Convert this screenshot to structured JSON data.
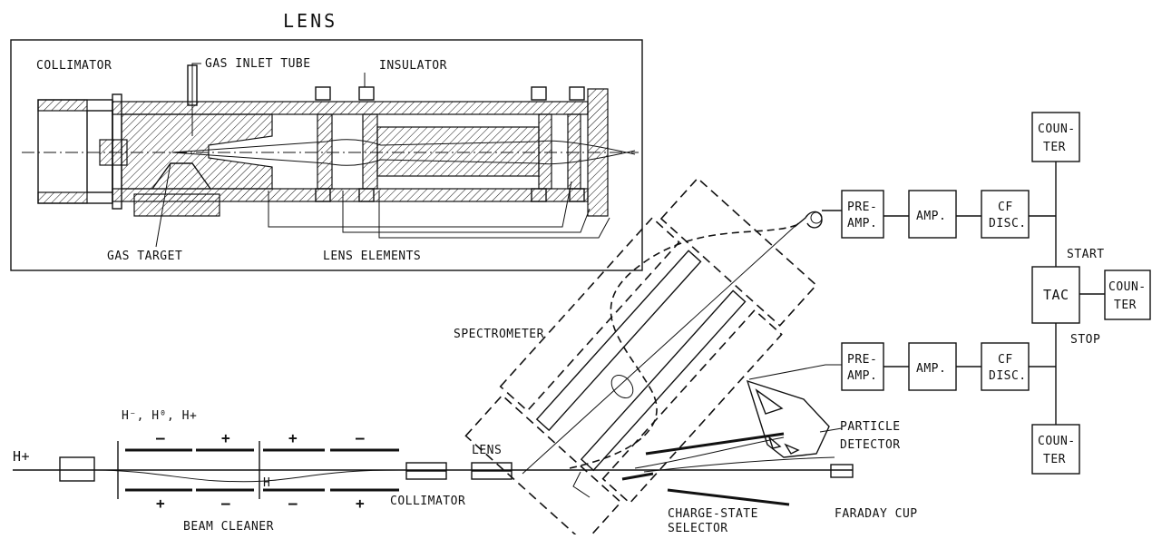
{
  "lens_panel": {
    "title": "LENS",
    "collimator": "COLLIMATOR",
    "gas_inlet_tube": "GAS INLET TUBE",
    "insulator": "INSULATOR",
    "gas_target": "GAS TARGET",
    "lens_elements": "LENS ELEMENTS"
  },
  "beamline": {
    "h_plus": "H+",
    "species": "H⁻, H⁰, H+",
    "h_minus": "H⁻",
    "beam_cleaner": "BEAM CLEANER",
    "collimator": "COLLIMATOR",
    "lens": "LENS",
    "spectrometer": "SPECTROMETER",
    "charge_state_selector_1": "CHARGE-STATE",
    "charge_state_selector_2": "SELECTOR",
    "particle_detector_1": "PARTICLE",
    "particle_detector_2": "DETECTOR",
    "faraday_cup": "FARADAY CUP",
    "signs": {
      "top": [
        "–",
        "+",
        "+",
        "–"
      ],
      "bottom": [
        "+",
        "–",
        "–",
        "+"
      ]
    }
  },
  "electronics": {
    "top_chain": {
      "preamp_1": "PRE-",
      "preamp_2": "AMP.",
      "amp": "AMP.",
      "cf_1": "CF",
      "cf_2": "DISC."
    },
    "bottom_chain": {
      "preamp_1": "PRE-",
      "preamp_2": "AMP.",
      "amp": "AMP.",
      "cf_1": "CF",
      "cf_2": "DISC."
    },
    "counter_top": {
      "line1": "COUN-",
      "line2": "TER"
    },
    "counter_right": {
      "line1": "COUN-",
      "line2": "TER"
    },
    "counter_bottom": {
      "line1": "COUN-",
      "line2": "TER"
    },
    "tac": "TAC",
    "start": "START",
    "stop": "STOP"
  }
}
